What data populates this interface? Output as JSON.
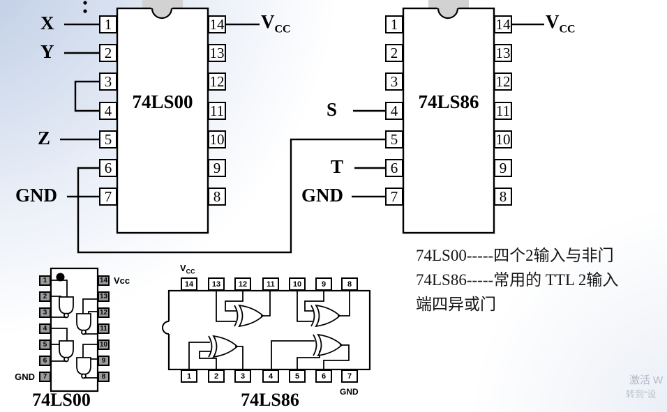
{
  "big_ls00": {
    "name": "74LS00",
    "left_pins": [
      "1",
      "2",
      "3",
      "4",
      "5",
      "6",
      "7"
    ],
    "right_pins": [
      "14",
      "13",
      "12",
      "11",
      "10",
      "9",
      "8"
    ],
    "label_x": "X",
    "label_y": "Y",
    "label_z": "Z",
    "label_gnd": "GND",
    "vcc": {
      "base": "V",
      "sub": "CC"
    }
  },
  "big_ls86": {
    "name": "74LS86",
    "left_pins": [
      "1",
      "2",
      "3",
      "4",
      "5",
      "6",
      "7"
    ],
    "right_pins": [
      "14",
      "13",
      "12",
      "11",
      "10",
      "9",
      "8"
    ],
    "label_s": "S",
    "label_t": "T",
    "label_gnd": "GND",
    "vcc": {
      "base": "V",
      "sub": "CC"
    }
  },
  "small_ls00": {
    "title": "74LS00",
    "left_pins": [
      "1",
      "2",
      "3",
      "4",
      "5",
      "6",
      "7"
    ],
    "right_pins": [
      "14",
      "13",
      "12",
      "11",
      "10",
      "9",
      "8"
    ],
    "label_vcc": "Vcc",
    "label_gnd": "GND"
  },
  "small_ls86": {
    "title": "74LS86",
    "top_pins": [
      "14",
      "13",
      "12",
      "11",
      "10",
      "9",
      "8"
    ],
    "bottom_pins": [
      "1",
      "2",
      "3",
      "4",
      "5",
      "6",
      "7"
    ],
    "vcc": {
      "base": "V",
      "sub": "CC"
    },
    "label_gnd": "GND"
  },
  "notes": {
    "line1": "74LS00-----四个2输入与非门",
    "line2": "74LS86-----常用的 TTL 2输入",
    "line3": "端四异或门"
  },
  "watermark": {
    "line1": "激活 W",
    "line2": "转到“设"
  }
}
